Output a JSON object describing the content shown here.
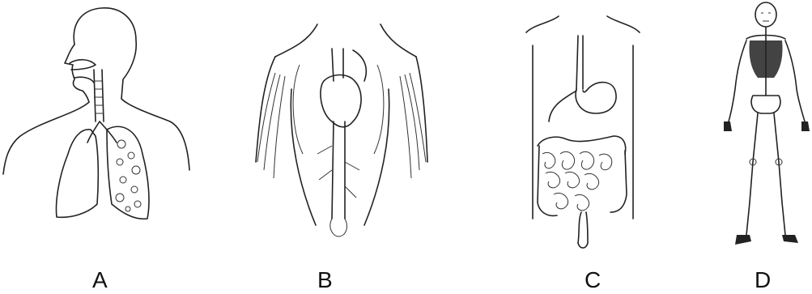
{
  "figure": {
    "panels": [
      {
        "id": "A",
        "label": "A"
      },
      {
        "id": "B",
        "label": "B"
      },
      {
        "id": "C",
        "label": "C"
      },
      {
        "id": "D",
        "label": "D"
      }
    ]
  },
  "colors": {
    "ink": "#222222",
    "background": "#ffffff"
  }
}
